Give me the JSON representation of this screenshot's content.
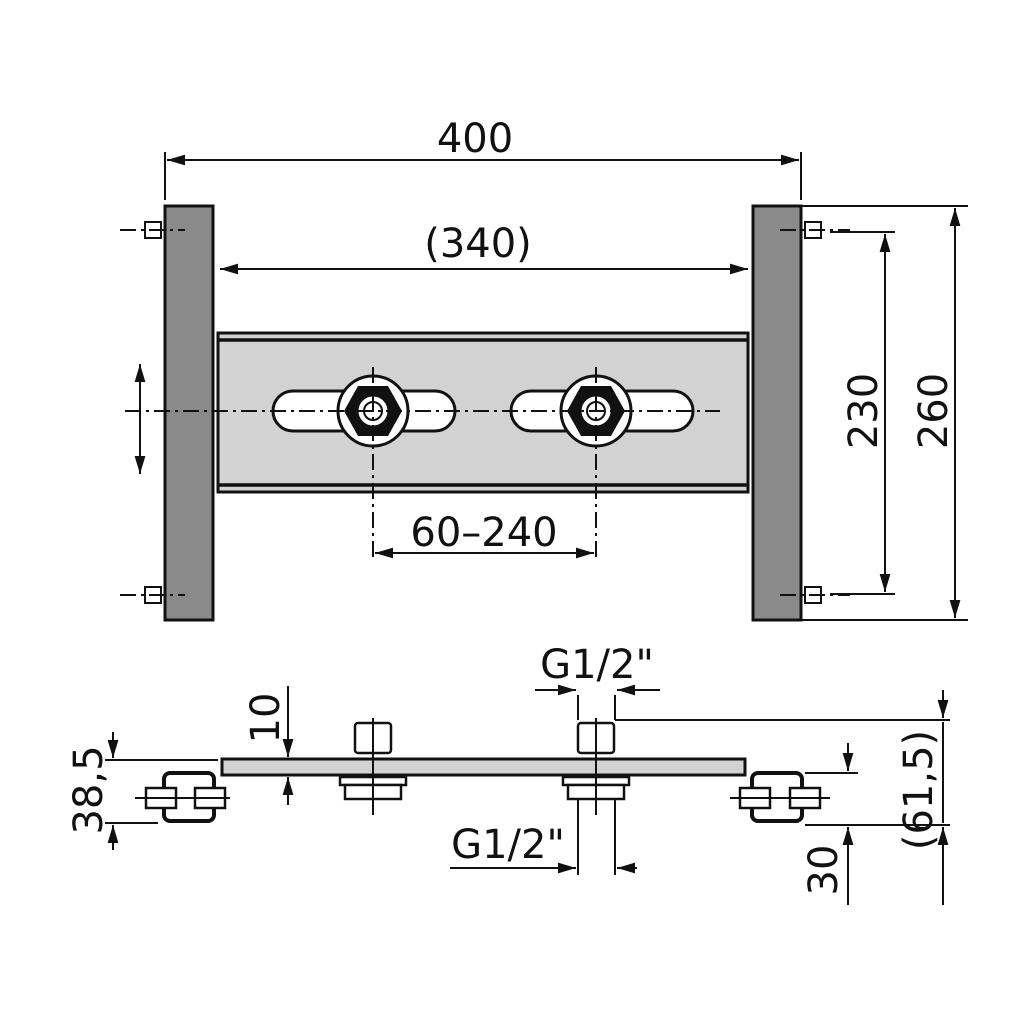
{
  "title": "Mounting bracket technical drawing",
  "dimensions": {
    "overall_width": "400",
    "inner_width": "(340)",
    "bolt_spacing": "230",
    "overall_height": "260",
    "outlet_spacing": "60–240",
    "thread_top": "G1/2\"",
    "thread_bottom": "G1/2\"",
    "plate_offset": "10",
    "bracket_depth": "38,5",
    "wall_offset": "30",
    "total_depth": "(61,5)"
  },
  "colors": {
    "post": "#8a8a8a",
    "plate": "#d2d2d2",
    "line": "#111111"
  }
}
